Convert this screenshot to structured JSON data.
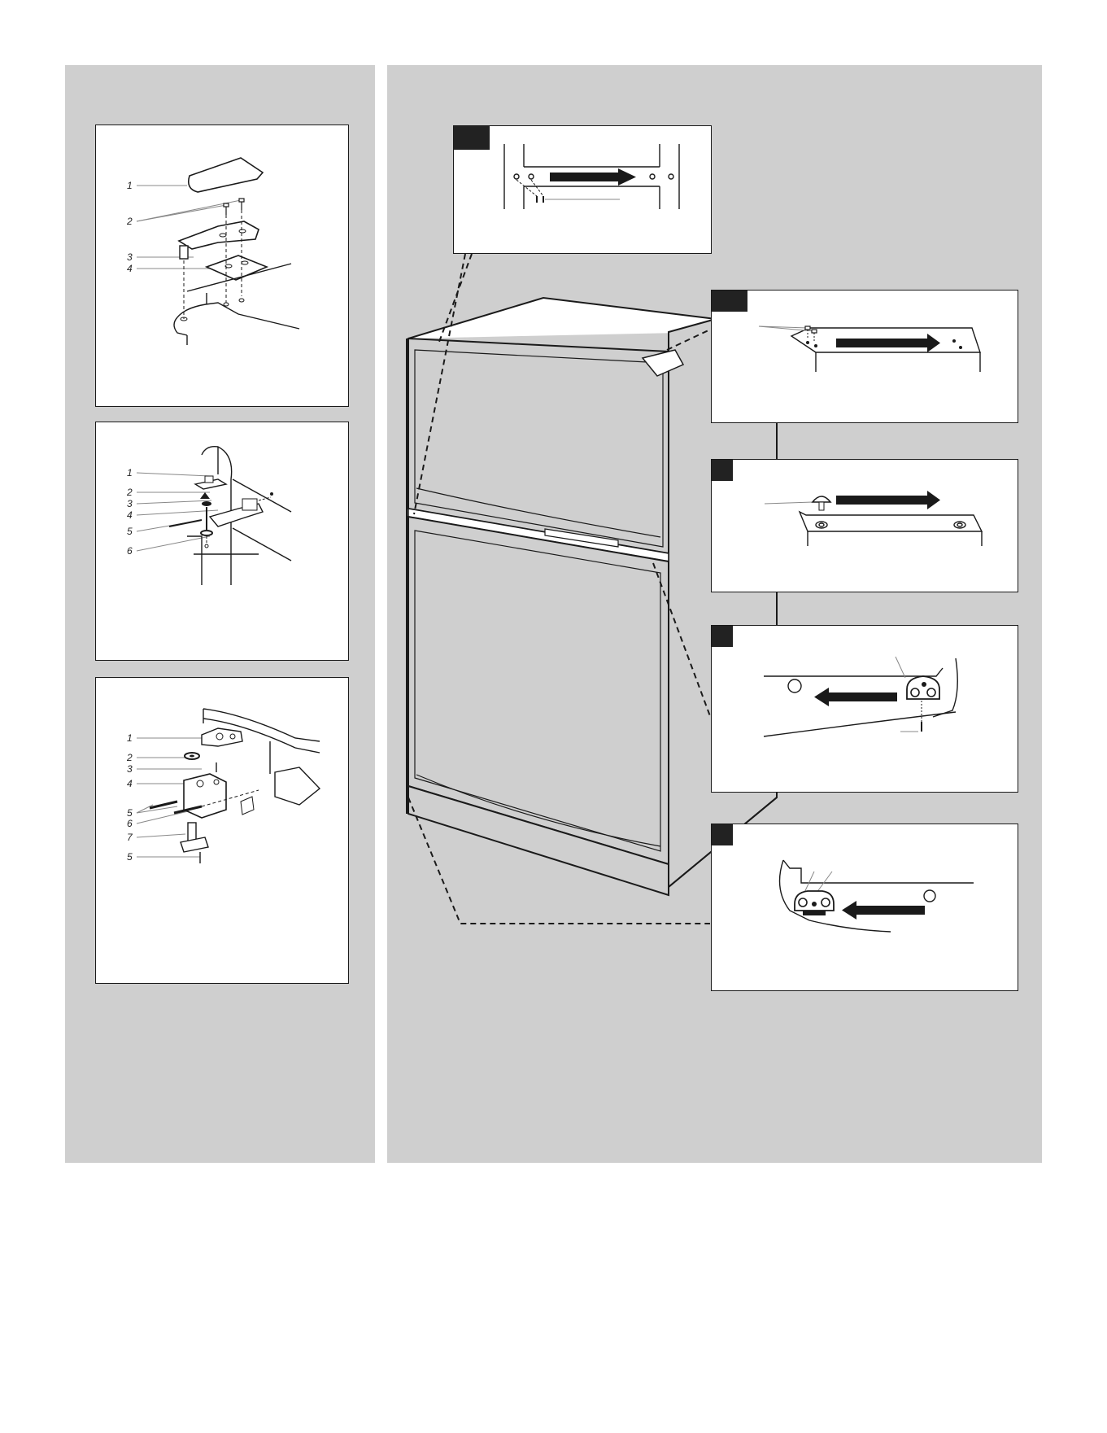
{
  "figure_a": {
    "labels": [
      "1",
      "2",
      "3",
      "4"
    ]
  },
  "figure_b": {
    "labels": [
      "1",
      "2",
      "3",
      "4",
      "5",
      "6"
    ]
  },
  "figure_c": {
    "labels": [
      "1",
      "2",
      "3",
      "4",
      "5",
      "6",
      "7",
      "5"
    ]
  },
  "icons": {
    "arrow_right": "arrow-right-icon",
    "arrow_left": "arrow-left-icon"
  },
  "colors": {
    "panel_gray": "#cfcfcf",
    "ink": "#1a1a1a",
    "badge": "#222222"
  }
}
